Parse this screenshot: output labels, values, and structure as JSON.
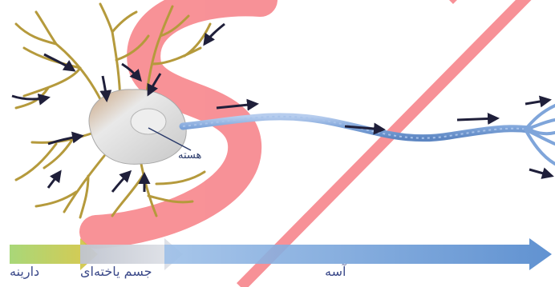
{
  "labels": {
    "nucleus": "هسته",
    "dendrite": "دارینه",
    "cell_body": "جسم یاخته‌ای",
    "axon": "آسه"
  },
  "colors": {
    "dendrite_bar": "#b9c84a",
    "cell_body_bar": "#cfd3dc",
    "axon_bar": "#6d9bd6",
    "dendrite_fiber": "#b59a3c",
    "soma": "#e2e2e2",
    "axon_fiber": "#8fb3e0",
    "signal_arrow": "#1f1f3a",
    "watermark": "#f4737a"
  }
}
